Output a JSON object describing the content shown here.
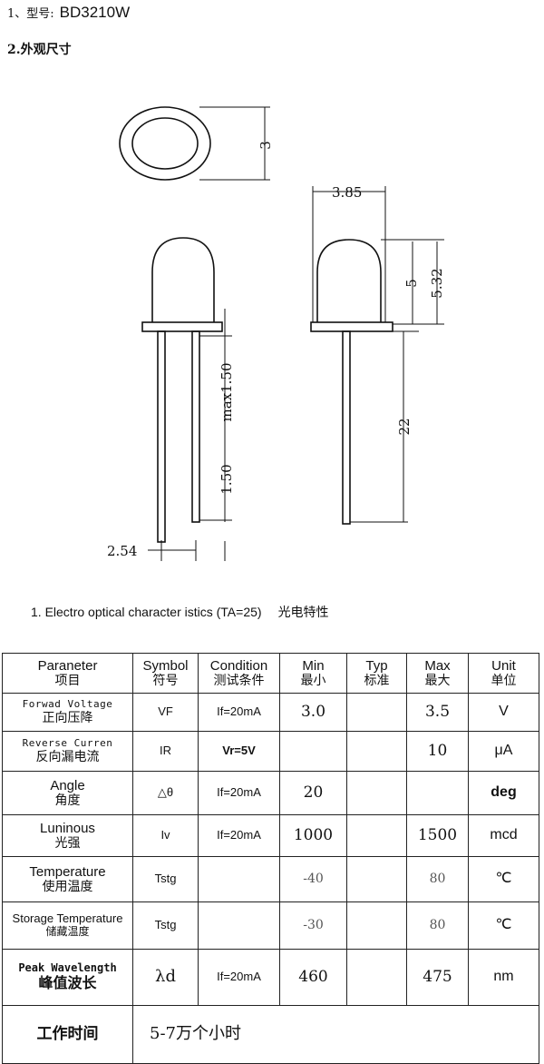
{
  "header": {
    "model_prefix": "1、型号:",
    "model_value": "BD3210W",
    "dimension_title": "2.外观尺寸"
  },
  "drawing": {
    "dims": {
      "height_top": "3",
      "width": "3.85",
      "body_height": "5",
      "total_height": "5.32",
      "lead_max": "max1.50",
      "lead_bottom": "1.50",
      "lead_length": "22",
      "pitch": "2.54"
    }
  },
  "section": {
    "title": "1. Electro optical character istics (TA=25)",
    "title_zh": "光电特性"
  },
  "table": {
    "headers": [
      {
        "en": "Paraneter",
        "zh": "项目"
      },
      {
        "en": "Symbol",
        "zh": "符号"
      },
      {
        "en": "Condition",
        "zh": "测试条件"
      },
      {
        "en": "Min",
        "zh": "最小"
      },
      {
        "en": "Typ",
        "zh": "标准"
      },
      {
        "en": "Max",
        "zh": "最大"
      },
      {
        "en": "Unit",
        "zh": "单位"
      }
    ],
    "rows": [
      {
        "param_en": "Forwad Voltage",
        "param_zh": "正向压降",
        "symbol": "VF",
        "condition": "If=20mA",
        "min": "3.0",
        "typ": "",
        "max": "3.5",
        "unit": "V"
      },
      {
        "param_en": "Reverse Curren",
        "param_zh": "反向漏电流",
        "symbol": "IR",
        "condition": "Vr=5V",
        "min": "",
        "typ": "",
        "max": "10",
        "unit": "μA"
      },
      {
        "param_en": "Angle",
        "param_zh": "角度",
        "symbol": "△θ",
        "condition": "If=20mA",
        "min": "20",
        "typ": "",
        "max": "",
        "unit": "deg"
      },
      {
        "param_en": "Luninous",
        "param_zh": "光强",
        "symbol": "Iv",
        "condition": "If=20mA",
        "min": "1000",
        "typ": "",
        "max": "1500",
        "unit": "mcd"
      },
      {
        "param_en": "Temperature",
        "param_zh": "使用温度",
        "symbol": "Tstg",
        "condition": "",
        "min": "-40",
        "typ": "",
        "max": "80",
        "unit": "℃"
      },
      {
        "param_en": "Storage Temperature",
        "param_zh": "储藏温度",
        "symbol": "Tstg",
        "condition": "",
        "min": "-30",
        "typ": "",
        "max": "80",
        "unit": "℃"
      },
      {
        "param_en": "Peak Wavelength",
        "param_zh": "峰值波长",
        "symbol": "λd",
        "condition": "If=20mA",
        "min": "460",
        "typ": "",
        "max": "475",
        "unit": "nm"
      }
    ],
    "work_time_label": "工作时间",
    "work_time_value": "5-7万个小时"
  }
}
